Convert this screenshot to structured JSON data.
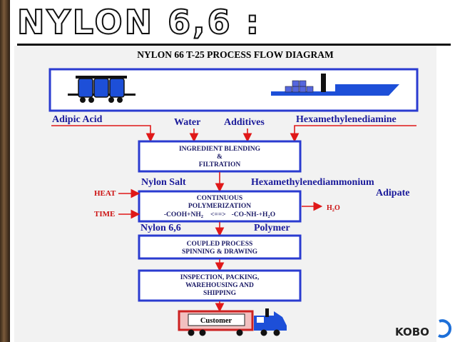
{
  "slide_title": "NYLON 6,6 :",
  "diagram": {
    "heading": "NYLON 66 T-25 PROCESS FLOW DIAGRAM",
    "inputs": {
      "adipic_acid": "Adipic Acid",
      "water": "Water",
      "additives": "Additives",
      "hmda": "Hexamethylenediamine"
    },
    "boxes": {
      "blending": [
        "INGREDIENT BLENDING",
        "&",
        "FILTRATION"
      ],
      "polymerization": [
        "CONTINUOUS",
        "POLYMERIZATION"
      ],
      "polymerization_eq_left": "-COOH+NH",
      "polymerization_eq_sub": "2",
      "polymerization_eq_arrow": "<==>",
      "polymerization_eq_right": "-CO-NH-+H",
      "polymerization_eq_right_sub": "2",
      "polymerization_eq_right_end": "O",
      "spinning": [
        "COUPLED PROCESS",
        "SPINNING & DRAWING"
      ],
      "inspection": [
        "INSPECTION, PACKING,",
        "WAREHOUSING AND",
        "SHIPPING"
      ]
    },
    "labels": {
      "nylon_salt": "Nylon Salt",
      "hmdam": "Hexamethylenediammonium",
      "adipate": "Adipate",
      "heat": "HEAT",
      "time": "TIME",
      "h2o": "H",
      "h2o_sub": "2",
      "h2o_end": "O",
      "nylon66": "Nylon 6,6",
      "polymer": "Polymer",
      "customer": "Customer"
    },
    "logo": "KOBO"
  },
  "colors": {
    "box_border": "#2a3bd0",
    "arrows": "#e01818",
    "text": "#1a1a9a",
    "ship": "#1d4fd8"
  }
}
